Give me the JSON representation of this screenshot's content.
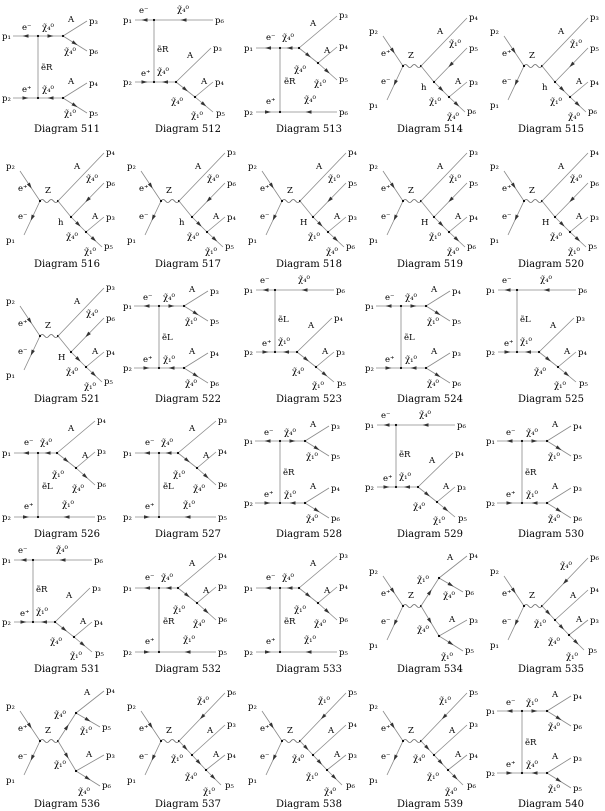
{
  "common": {
    "p1": "p₁",
    "p2": "p₂",
    "e_minus": "e⁻",
    "e_plus": "e⁺",
    "A": "A",
    "Z": "Z"
  },
  "diagrams": [
    {
      "caption": "Diagram 511",
      "type": "t_double",
      "labels": {
        "tchi": "χ̃₄⁰",
        "tpA": "p₃",
        "tchiO": "χ̃₄⁰",
        "tpO": "p₆",
        "exch": "ẽR",
        "bchi": "χ̃₄⁰",
        "bpA": "p₄",
        "bchiO": "χ̃₁⁰",
        "bpO": "p₅"
      }
    },
    {
      "caption": "Diagram 512",
      "type": "t_bottom_chain",
      "labels": {
        "tchi": "χ̃₄⁰",
        "tp": "p₆",
        "exch": "ẽR",
        "c1": "χ̃₄⁰",
        "pA1": "p₃",
        "c2": "χ̃₄⁰",
        "pA2": "p₄",
        "c3": "χ̃₁⁰",
        "pc3": "p₅"
      }
    },
    {
      "caption": "Diagram 513",
      "type": "t_top_chain",
      "labels": {
        "c1": "χ̃₄⁰",
        "pA1": "p₃",
        "c2": "χ̃₄⁰",
        "pA2": "p₄",
        "c3": "χ̃₁⁰",
        "pc3": "p₅",
        "exch": "ẽR",
        "bchi": "χ̃₄⁰",
        "bp": "p₆"
      }
    },
    {
      "caption": "Diagram 514",
      "type": "s_higgs",
      "labels": {
        "pA1": "p₄",
        "h": "h",
        "c1": "χ̃₁⁰",
        "pc1": "p₅",
        "c2": "χ̃₁⁰",
        "pA2": "p₃",
        "c3": "χ̃₄⁰",
        "pc3": "p₆"
      }
    },
    {
      "caption": "Diagram 515",
      "type": "s_higgs",
      "labels": {
        "pA1": "p₃",
        "h": "h",
        "c1": "χ̃₁⁰",
        "pc1": "p₅",
        "c2": "χ̃₁⁰",
        "pA2": "p₄",
        "c3": "χ̃₄⁰",
        "pc3": "p₆"
      }
    },
    {
      "caption": "Diagram 516",
      "type": "s_higgs",
      "labels": {
        "pA1": "p₄",
        "h": "h",
        "c1": "χ̃₄⁰",
        "pc1": "p₆",
        "c2": "χ̃₄⁰",
        "pA2": "p₃",
        "c3": "χ̃₁⁰",
        "pc3": "p₅"
      }
    },
    {
      "caption": "Diagram 517",
      "type": "s_higgs",
      "labels": {
        "pA1": "p₃",
        "h": "h",
        "c1": "χ̃₄⁰",
        "pc1": "p₆",
        "c2": "χ̃₄⁰",
        "pA2": "p₄",
        "c3": "χ̃₁⁰",
        "pc3": "p₅"
      }
    },
    {
      "caption": "Diagram 518",
      "type": "s_higgs",
      "labels": {
        "pA1": "p₄",
        "h": "H",
        "c1": "χ̃₁⁰",
        "pc1": "p₅",
        "c2": "χ̃₁⁰",
        "pA2": "p₃",
        "c3": "χ̃₄⁰",
        "pc3": "p₆"
      }
    },
    {
      "caption": "Diagram 519",
      "type": "s_higgs",
      "labels": {
        "pA1": "p₃",
        "h": "H",
        "c1": "χ̃₁⁰",
        "pc1": "p₅",
        "c2": "χ̃₁⁰",
        "pA2": "p₄",
        "c3": "χ̃₄⁰",
        "pc3": "p₆"
      }
    },
    {
      "caption": "Diagram 520",
      "type": "s_higgs",
      "labels": {
        "pA1": "p₄",
        "h": "H",
        "c1": "χ̃₄⁰",
        "pc1": "p₆",
        "c2": "χ̃₄⁰",
        "pA2": "p₃",
        "c3": "χ̃₁⁰",
        "pc3": "p₅"
      }
    },
    {
      "caption": "Diagram 521",
      "type": "s_higgs",
      "labels": {
        "pA1": "p₃",
        "h": "H",
        "c1": "χ̃₄⁰",
        "pc1": "p₆",
        "c2": "χ̃₄⁰",
        "pA2": "p₄",
        "c3": "χ̃₁⁰",
        "pc3": "p₅"
      }
    },
    {
      "caption": "Diagram 522",
      "type": "t_double",
      "labels": {
        "tchi": "χ̃₄⁰",
        "tpA": "p₃",
        "tchiO": "χ̃₁⁰",
        "tpO": "p₅",
        "exch": "ẽL",
        "bchi": "χ̃₁⁰",
        "bpA": "p₄",
        "bchiO": "χ̃₄⁰",
        "bpO": "p₆"
      }
    },
    {
      "caption": "Diagram 523",
      "type": "t_bottom_chain",
      "labels": {
        "tchi": "χ̃₄⁰",
        "tp": "p₆",
        "exch": "ẽL",
        "c1": "χ̃₁⁰",
        "pA1": "p₄",
        "c2": "χ̃₄⁰",
        "pA2": "p₃",
        "c3": "χ̃₁⁰",
        "pc3": "p₅"
      }
    },
    {
      "caption": "Diagram 524",
      "type": "t_double",
      "labels": {
        "tchi": "χ̃₄⁰",
        "tpA": "p₄",
        "tchiO": "χ̃₁⁰",
        "tpO": "p₅",
        "exch": "ẽL",
        "bchi": "χ̃₁⁰",
        "bpA": "p₃",
        "bchiO": "χ̃₄⁰",
        "bpO": "p₆"
      }
    },
    {
      "caption": "Diagram 525",
      "type": "t_bottom_chain",
      "labels": {
        "tchi": "χ̃₄⁰",
        "tp": "p₆",
        "exch": "ẽL",
        "c1": "χ̃₁⁰",
        "pA1": "p₃",
        "c2": "χ̃₄⁰",
        "pA2": "p₄",
        "c3": "χ̃₁⁰",
        "pc3": "p₅"
      }
    },
    {
      "caption": "Diagram 526",
      "type": "t_top_chain",
      "labels": {
        "c1": "χ̃₄⁰",
        "pA1": "p₄",
        "c2": "χ̃₁⁰",
        "pA2": "p₃",
        "c3": "χ̃₄⁰",
        "pc3": "p₆",
        "exch": "ẽL",
        "bchi": "χ̃₁⁰",
        "bp": "p₅"
      }
    },
    {
      "caption": "Diagram 527",
      "type": "t_top_chain",
      "labels": {
        "c1": "χ̃₄⁰",
        "pA1": "p₃",
        "c2": "χ̃₁⁰",
        "pA2": "p₄",
        "c3": "χ̃₄⁰",
        "pc3": "p₆",
        "exch": "ẽL",
        "bchi": "χ̃₁⁰",
        "bp": "p₅"
      }
    },
    {
      "caption": "Diagram 528",
      "type": "t_double",
      "labels": {
        "tchi": "χ̃₄⁰",
        "tpA": "p₃",
        "tchiO": "χ̃₁⁰",
        "tpO": "p₅",
        "exch": "ẽR",
        "bchi": "χ̃₁⁰",
        "bpA": "p₄",
        "bchiO": "χ̃₄⁰",
        "bpO": "p₆"
      }
    },
    {
      "caption": "Diagram 529",
      "type": "t_bottom_chain",
      "labels": {
        "tchi": "χ̃₄⁰",
        "tp": "p₆",
        "exch": "ẽR",
        "c1": "χ̃₁⁰",
        "pA1": "p₄",
        "c2": "χ̃₄⁰",
        "pA2": "p₃",
        "c3": "χ̃₁⁰",
        "pc3": "p₅"
      }
    },
    {
      "caption": "Diagram 530",
      "type": "t_double",
      "labels": {
        "tchi": "χ̃₄⁰",
        "tpA": "p₄",
        "tchiO": "χ̃₁⁰",
        "tpO": "p₅",
        "exch": "ẽR",
        "bchi": "χ̃₁⁰",
        "bpA": "p₃",
        "bchiO": "χ̃₄⁰",
        "bpO": "p₆"
      }
    },
    {
      "caption": "Diagram 531",
      "type": "t_bottom_chain",
      "labels": {
        "tchi": "χ̃₄⁰",
        "tp": "p₆",
        "exch": "ẽR",
        "c1": "χ̃₁⁰",
        "pA1": "p₃",
        "c2": "χ̃₄⁰",
        "pA2": "p₄",
        "c3": "χ̃₁⁰",
        "pc3": "p₅"
      }
    },
    {
      "caption": "Diagram 532",
      "type": "t_top_chain",
      "labels": {
        "c1": "χ̃₄⁰",
        "pA1": "p₄",
        "c2": "χ̃₁⁰",
        "pA2": "p₃",
        "c3": "χ̃₄⁰",
        "pc3": "p₆",
        "exch": "ẽR",
        "bchi": "χ̃₁⁰",
        "bp": "p₅"
      }
    },
    {
      "caption": "Diagram 533",
      "type": "t_top_chain",
      "labels": {
        "c1": "χ̃₄⁰",
        "pA1": "p₃",
        "c2": "χ̃₁⁰",
        "pA2": "p₄",
        "c3": "χ̃₄⁰",
        "pc3": "p₆",
        "exch": "ẽR",
        "bchi": "χ̃₁⁰",
        "bp": "p₅"
      }
    },
    {
      "caption": "Diagram 534",
      "type": "s_two",
      "labels": {
        "u_chi": "χ̃₁⁰",
        "upA": "p₄",
        "u_chiO": "χ̃₄⁰",
        "upO": "p₆",
        "l_chi": "χ̃₄⁰",
        "lpA": "p₃",
        "l_chiO": "χ̃₁⁰",
        "lpO": "p₅"
      }
    },
    {
      "caption": "Diagram 535",
      "type": "s_chain",
      "labels": {
        "c0": "χ̃₄⁰",
        "pc0": "p₆",
        "c1": "χ̃₁⁰",
        "pA1": "p₄",
        "c2": "χ̃₄⁰",
        "pA2": "p₃",
        "c3": "χ̃₁⁰",
        "pc3": "p₅"
      }
    },
    {
      "caption": "Diagram 536",
      "type": "s_two",
      "labels": {
        "u_chi": "χ̃₄⁰",
        "upA": "p₄",
        "u_chiO": "χ̃₁⁰",
        "upO": "p₅",
        "l_chi": "χ̃₁⁰",
        "lpA": "p₃",
        "l_chiO": "χ̃₄⁰",
        "lpO": "p₆"
      }
    },
    {
      "caption": "Diagram 537",
      "type": "s_chain",
      "labels": {
        "c0": "χ̃₄⁰",
        "pc0": "p₆",
        "c1": "χ̃₁⁰",
        "pA1": "p₃",
        "c2": "χ̃₄⁰",
        "pA2": "p₄",
        "c3": "χ̃₁⁰",
        "pc3": "p₅"
      }
    },
    {
      "caption": "Diagram 538",
      "type": "s_chain",
      "labels": {
        "c0": "χ̃₁⁰",
        "pc0": "p₅",
        "c1": "χ̃₄⁰",
        "pA1": "p₄",
        "c2": "χ̃₁⁰",
        "pA2": "p₃",
        "c3": "χ̃₄⁰",
        "pc3": "p₆"
      }
    },
    {
      "caption": "Diagram 539",
      "type": "s_chain",
      "labels": {
        "c0": "χ̃₁⁰",
        "pc0": "p₅",
        "c1": "χ̃₄⁰",
        "pA1": "p₃",
        "c2": "χ̃₁⁰",
        "pA2": "p₄",
        "c3": "χ̃₄⁰",
        "pc3": "p₆"
      }
    },
    {
      "caption": "Diagram 540",
      "type": "t_double",
      "labels": {
        "tchi": "χ̃₁⁰",
        "tpA": "p₄",
        "tchiO": "χ̃₄⁰",
        "tpO": "p₆",
        "exch": "ẽR",
        "bchi": "χ̃₄⁰",
        "bpA": "p₃",
        "bchiO": "χ̃₁⁰",
        "bpO": "p₅"
      }
    }
  ]
}
